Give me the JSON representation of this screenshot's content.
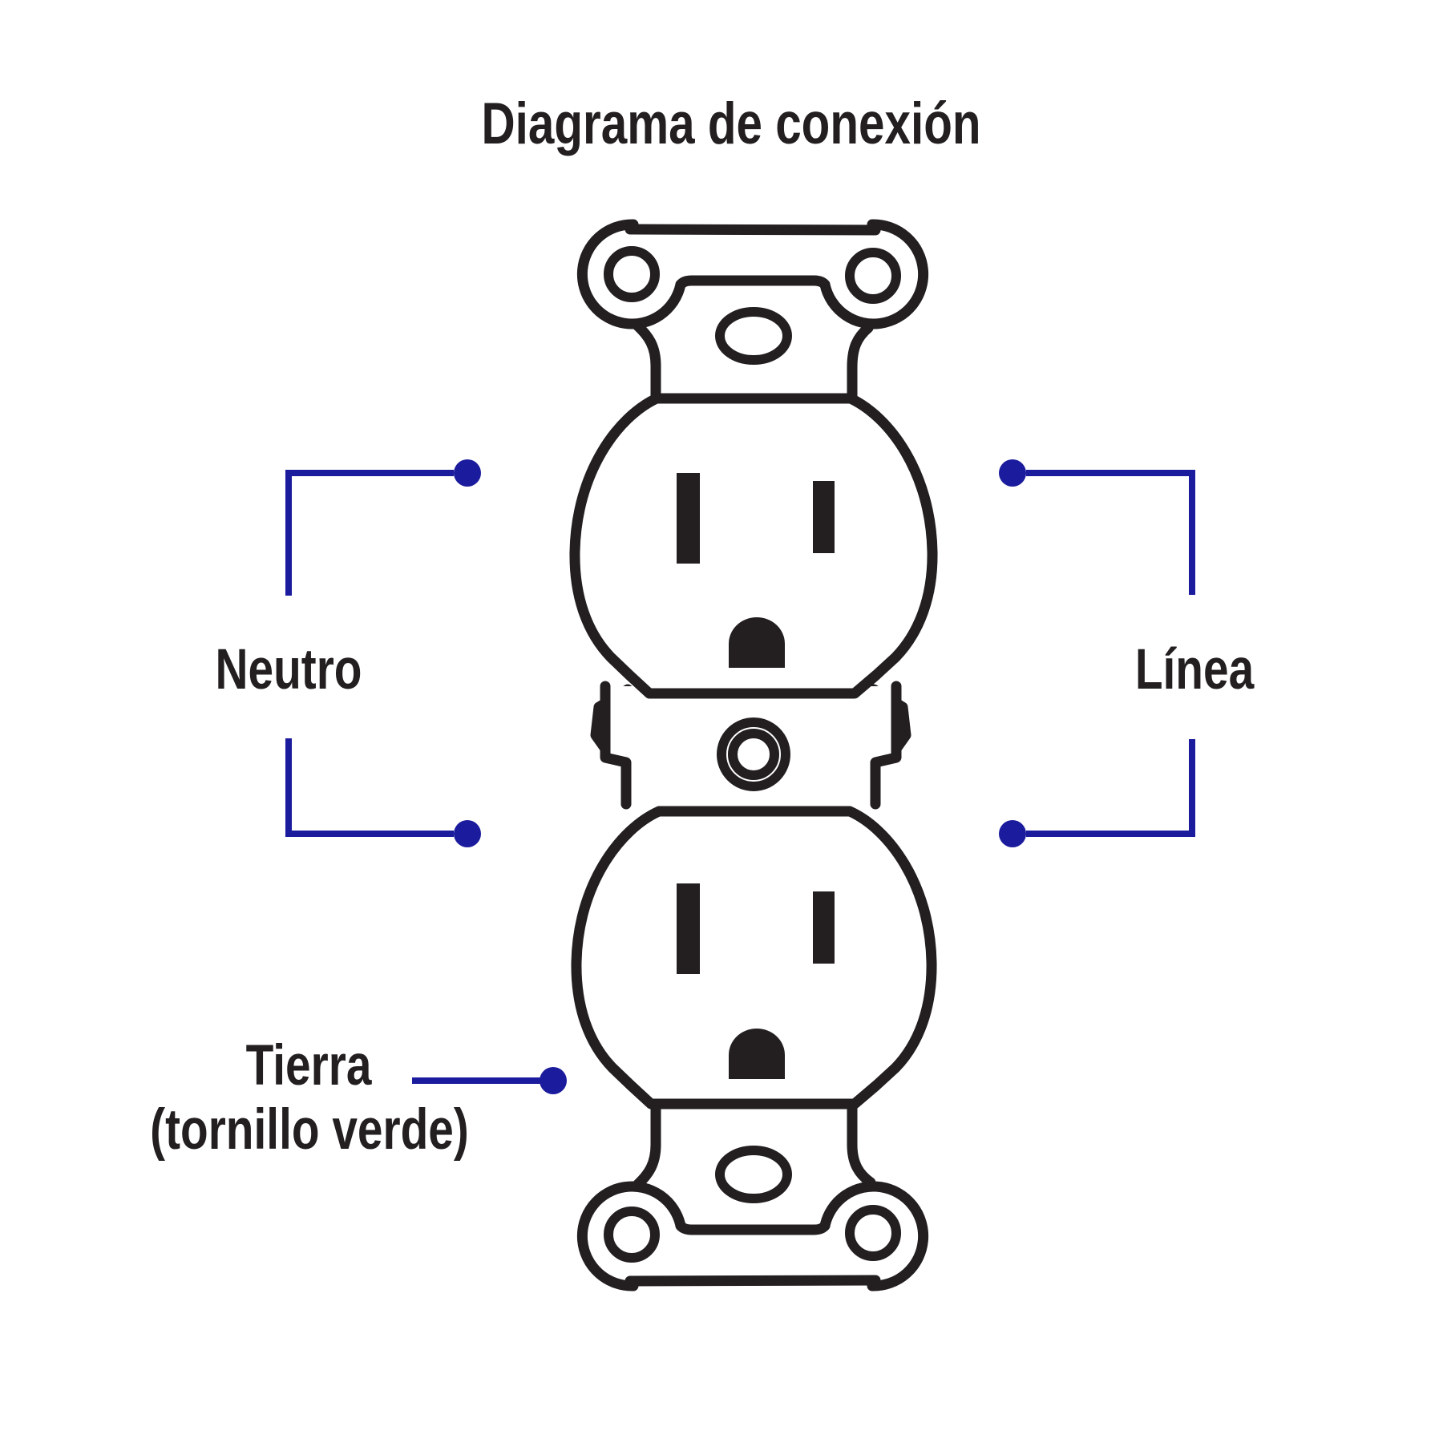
{
  "title": "Diagrama de conexión",
  "labels": {
    "left_terminal": "Neutro",
    "right_terminal": "Línea",
    "ground_line1": "Tierra",
    "ground_line2": "(tornillo verde)"
  },
  "colors": {
    "wire": "#1b1b9d",
    "ink": "#231f20",
    "background": "#ffffff"
  }
}
